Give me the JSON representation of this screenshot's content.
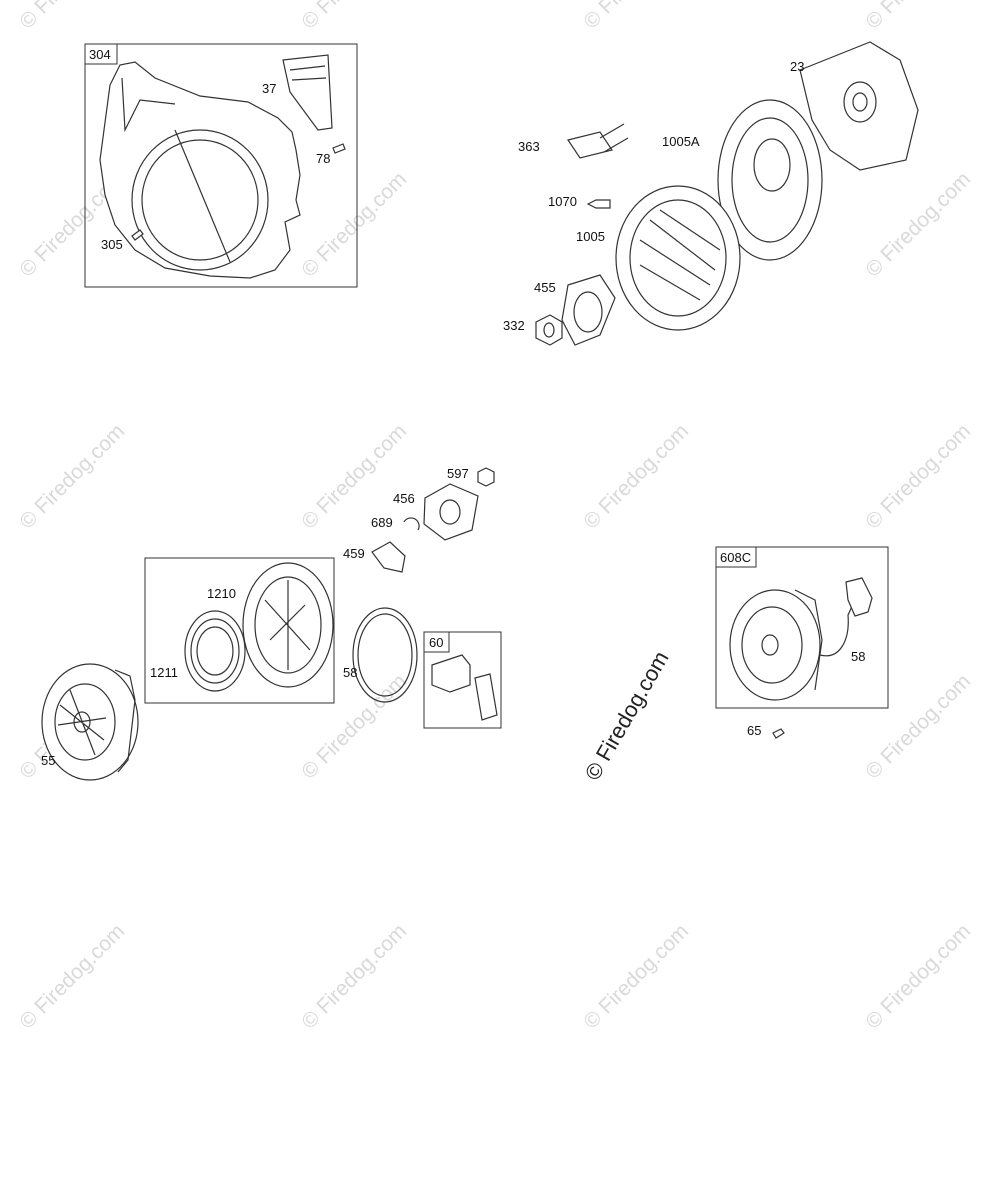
{
  "callouts": {
    "c304": "304",
    "c37": "37",
    "c78": "78",
    "c305": "305",
    "c23": "23",
    "c363": "363",
    "c1005A": "1005A",
    "c1070": "1070",
    "c1005": "1005",
    "c455": "455",
    "c332": "332",
    "c597": "597",
    "c456": "456",
    "c689": "689",
    "c459": "459",
    "c1210": "1210",
    "c1211": "1211",
    "c58a": "58",
    "c60": "60",
    "c55": "55",
    "c608C": "608C",
    "c58b": "58",
    "c65": "65"
  },
  "watermark": {
    "text": "© Firedog.com",
    "main_text": "© Firedog.com"
  },
  "colors": {
    "line": "#333333",
    "watermark": "#d9d9d9"
  }
}
